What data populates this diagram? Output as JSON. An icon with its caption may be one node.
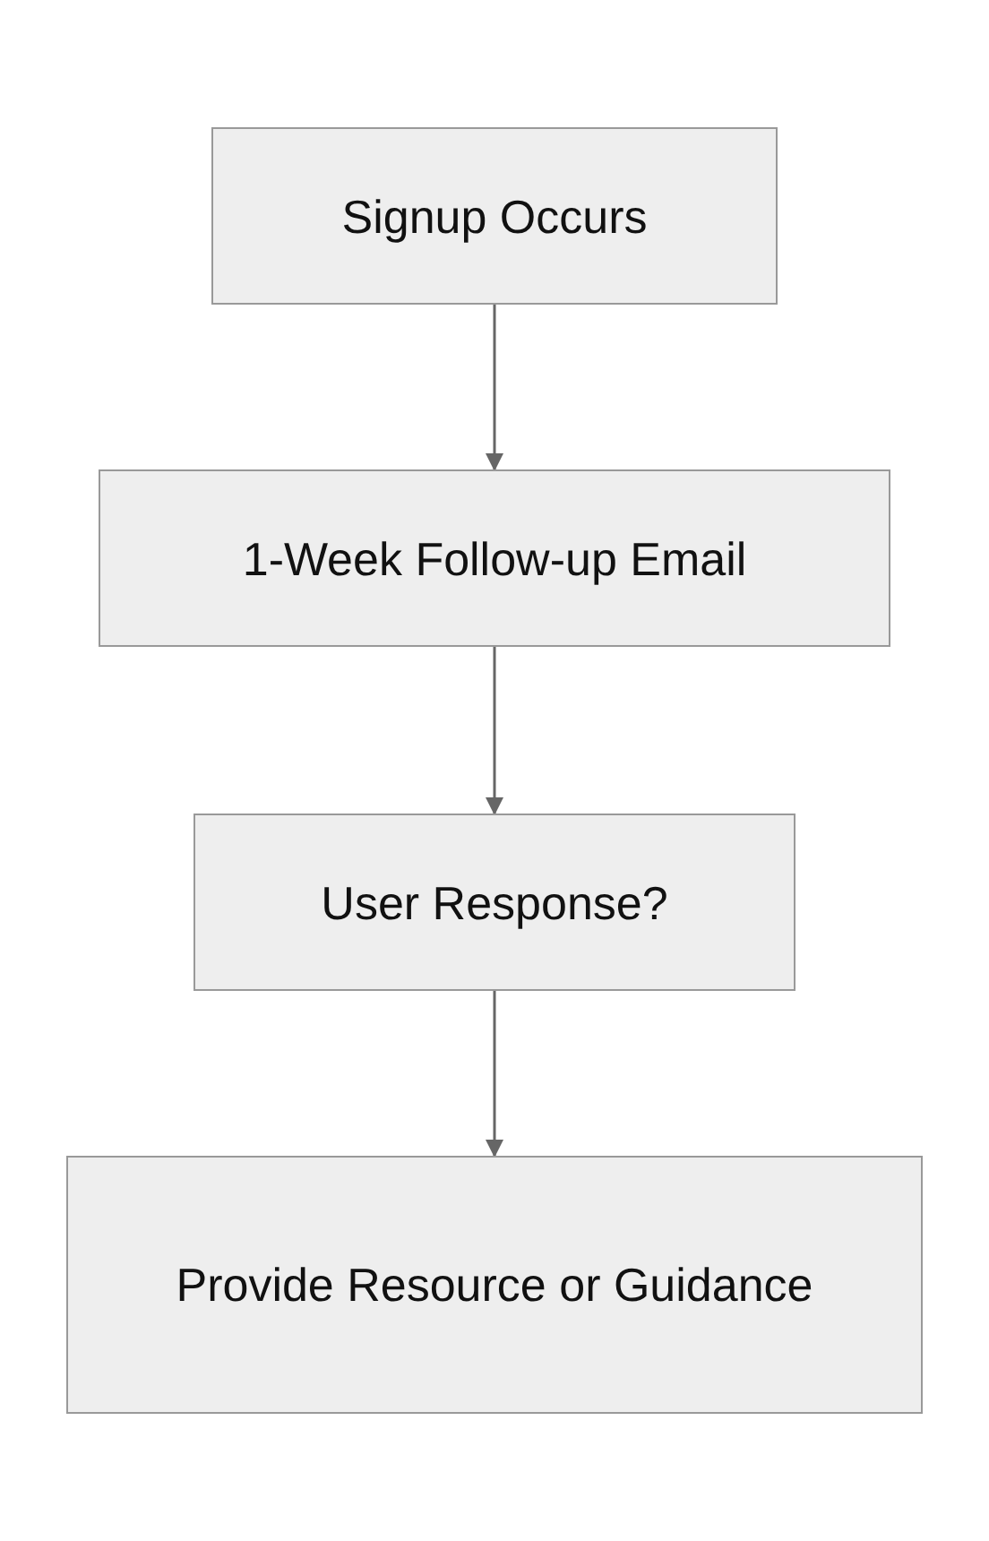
{
  "diagram": {
    "nodes": [
      {
        "text": [
          "Signup Occurs"
        ]
      },
      {
        "text": [
          "1-Week Follow-up Email"
        ]
      },
      {
        "text": [
          "User Response?"
        ]
      },
      {
        "text": [
          "Provide Resource or Guidance"
        ]
      }
    ],
    "edges": [
      {
        "from": 0,
        "to": 1,
        "arrow": "to"
      },
      {
        "from": 1,
        "to": 2,
        "arrow": "to"
      },
      {
        "from": 2,
        "to": 3,
        "arrow": "to"
      }
    ]
  }
}
